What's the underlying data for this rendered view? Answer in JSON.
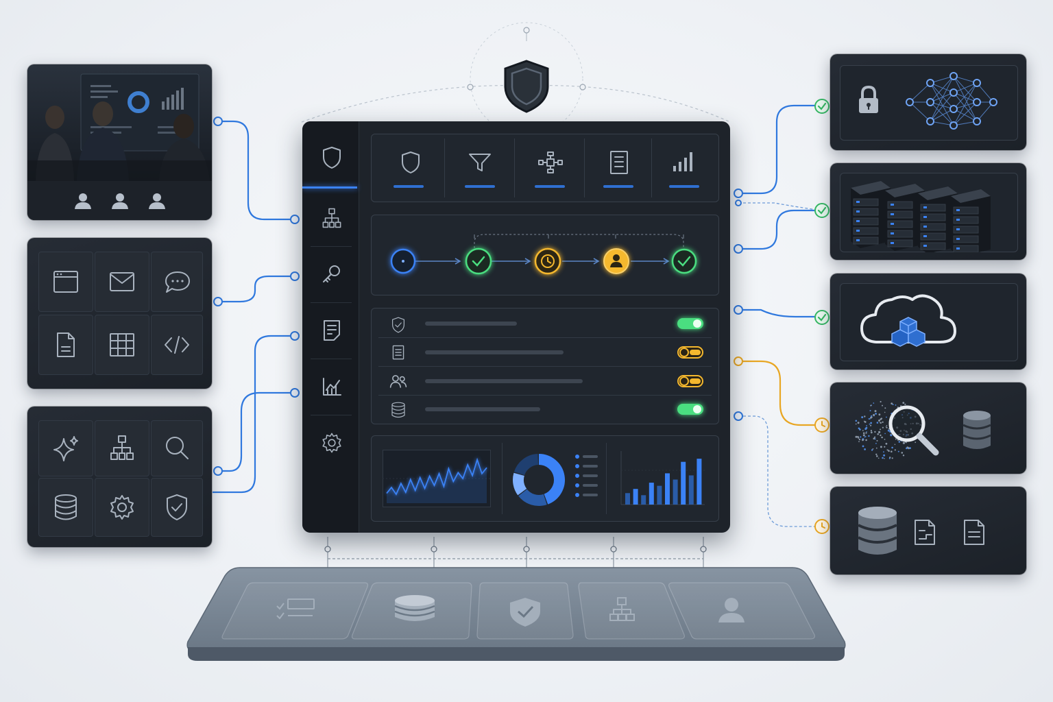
{
  "diagram": {
    "top_badge": {
      "icon": "shield-icon"
    },
    "main_panel": {
      "sidebar_items": [
        "shield-icon",
        "hierarchy-icon",
        "key-icon",
        "document-icon",
        "chart-icon",
        "gear-icon"
      ],
      "toolbar_icons": [
        "shield-icon",
        "filter-icon",
        "network-icon",
        "document-icon",
        "bar-chart-icon"
      ],
      "workflow_steps": [
        {
          "icon": "start-node-icon",
          "color": "#3b82f6"
        },
        {
          "icon": "check-icon",
          "color": "#4ade80"
        },
        {
          "icon": "clock-icon",
          "color": "#f5b82e"
        },
        {
          "icon": "user-icon",
          "color": "#f5b82e"
        },
        {
          "icon": "check-icon",
          "color": "#4ade80"
        }
      ],
      "checklist": [
        {
          "icon": "shield-check-icon",
          "status": "on",
          "color": "#4ade80"
        },
        {
          "icon": "list-icon",
          "status": "off",
          "color": "#f5b82e"
        },
        {
          "icon": "users-icon",
          "status": "off",
          "color": "#f5b82e"
        },
        {
          "icon": "database-icon",
          "status": "on",
          "color": "#4ade80"
        }
      ]
    },
    "left_cards": [
      {
        "name": "meeting-card",
        "icons": [
          "user-icon",
          "user-icon",
          "user-icon"
        ]
      },
      {
        "name": "apps-card",
        "icons": [
          "browser-icon",
          "mail-icon",
          "chat-icon",
          "file-icon",
          "table-icon",
          "code-icon"
        ]
      },
      {
        "name": "tools-card",
        "icons": [
          "sparkle-icon",
          "hierarchy-icon",
          "search-icon",
          "database-icon",
          "gear-icon",
          "shield-check-icon"
        ]
      }
    ],
    "right_cards": [
      {
        "name": "security-network-card",
        "status": "check",
        "color": "#4ade80"
      },
      {
        "name": "servers-card",
        "status": "check",
        "color": "#4ade80"
      },
      {
        "name": "cloud-card",
        "status": "check",
        "color": "#4ade80"
      },
      {
        "name": "data-search-card",
        "status": "pending",
        "color": "#f5b82e"
      },
      {
        "name": "database-docs-card",
        "status": "pending",
        "color": "#f5b82e"
      }
    ],
    "base_platform": {
      "icons": [
        "checklist-icon",
        "database-icon",
        "shield-check-icon",
        "hierarchy-icon",
        "user-icon"
      ]
    },
    "colors": {
      "accent_blue": "#3b82f6",
      "success": "#4ade80",
      "pending": "#f5b82e",
      "panel": "#1e232a"
    }
  },
  "chart_data": [
    {
      "type": "line",
      "series": [
        {
          "values": [
            20,
            32,
            18,
            40,
            22,
            48,
            26,
            52,
            30,
            55,
            36,
            60,
            34,
            70,
            44,
            62,
            50,
            78,
            56,
            88,
            60,
            72
          ]
        }
      ]
    },
    {
      "type": "pie",
      "values": [
        45,
        20,
        15,
        20
      ]
    },
    {
      "type": "bar",
      "values": [
        22,
        30,
        18,
        42,
        36,
        60,
        48,
        82,
        56,
        88
      ]
    }
  ]
}
